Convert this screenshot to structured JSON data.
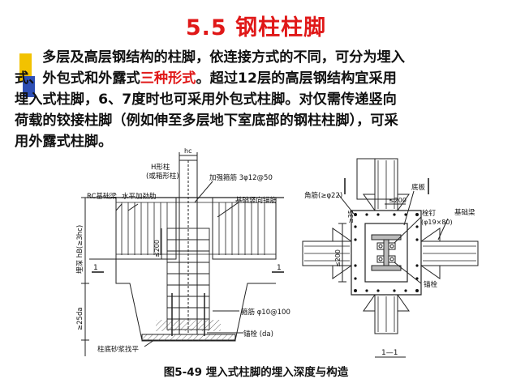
{
  "title": "5.5  钢柱柱脚",
  "paragraph": {
    "line1": "多层及高层钢结构的柱脚，依连接方式的不同，可分为埋入",
    "line2_a": "式、外包式和外露式",
    "line2_highlight": "三种形式",
    "line2_b": "。超过12层的高层钢结构宜采用",
    "line3": "埋入式柱脚，6、7度时也可采用外包式柱脚。对仅需传递竖向",
    "line4": "荷载的铰接柱脚（例如伸至多层地下室底部的钢柱柱脚），可采",
    "line5": "用外露式柱脚。"
  },
  "figure_left": {
    "hc": "hc",
    "h_column": "H形柱",
    "box_column": "(或箱形柱)",
    "stiff_stirrup": "加强箍筋 3φ12@50",
    "rc_beam": "RC基础梁",
    "stiffener": "水平加劲肋",
    "vertical_anchor": "基础竖向锚筋",
    "embed_depth": "埋深 hB(≥3hc)",
    "dim_200": "≤200",
    "section_mark": "1",
    "depth_25d": "≥25da",
    "stirrup": "箍筋 φ10@100",
    "anchor_bolt": "锚栓 (da)",
    "grout": "柱底砂浆找平"
  },
  "figure_right": {
    "angle_bar": "角筋(≥φ22)",
    "base_plate": "底板",
    "dim_200": "≤200",
    "dim_35": "≥35",
    "stud": "栓钉",
    "stud_spec": "(φ19×80)",
    "foundation_beam": "基础梁",
    "anchor": "锚栓",
    "dim_200b": "≤200",
    "section_label": "1—1"
  },
  "caption": "图5-49 埋入式柱脚的埋入深度与构造",
  "colors": {
    "title": "#e01818",
    "highlight": "#e01818",
    "deco_yellow": "#f2c200",
    "deco_blue": "#2e4fb5"
  }
}
